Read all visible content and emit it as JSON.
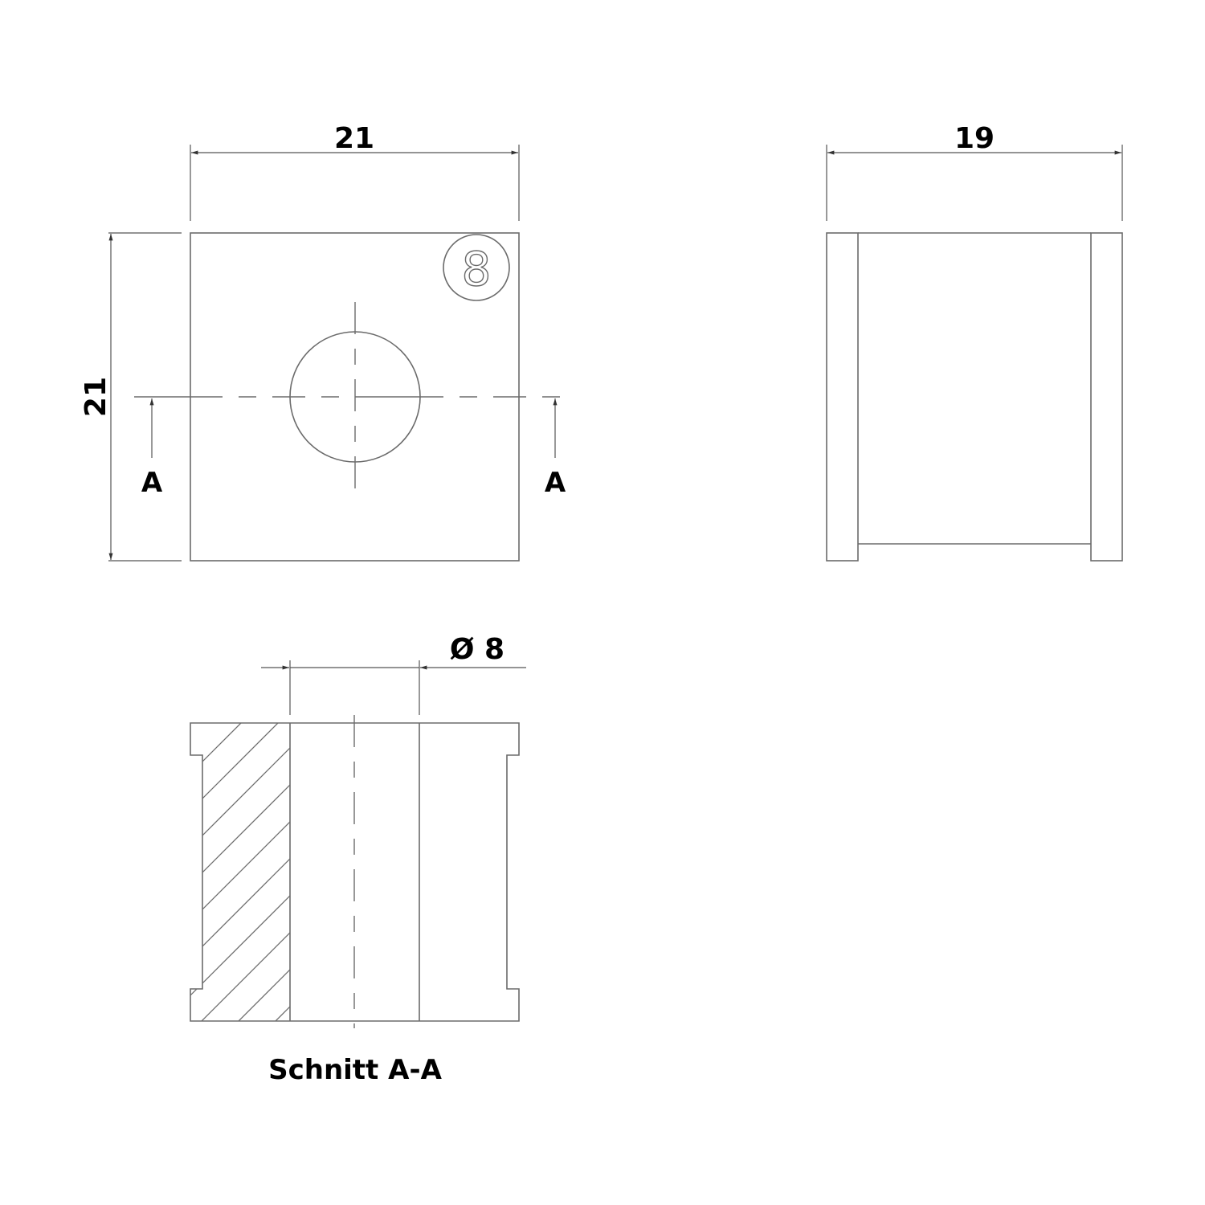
{
  "drawing": {
    "front_view": {
      "dim_width": "21",
      "dim_height": "21",
      "size_mark": "8",
      "section_label_left": "A",
      "section_label_right": "A"
    },
    "side_view": {
      "dim_width": "19"
    },
    "section_view": {
      "dim_bore": "Ø 8",
      "title": "Schnitt A-A"
    },
    "colors": {
      "line": "#6b6b6b",
      "text": "#000000",
      "background": "#ffffff"
    }
  }
}
